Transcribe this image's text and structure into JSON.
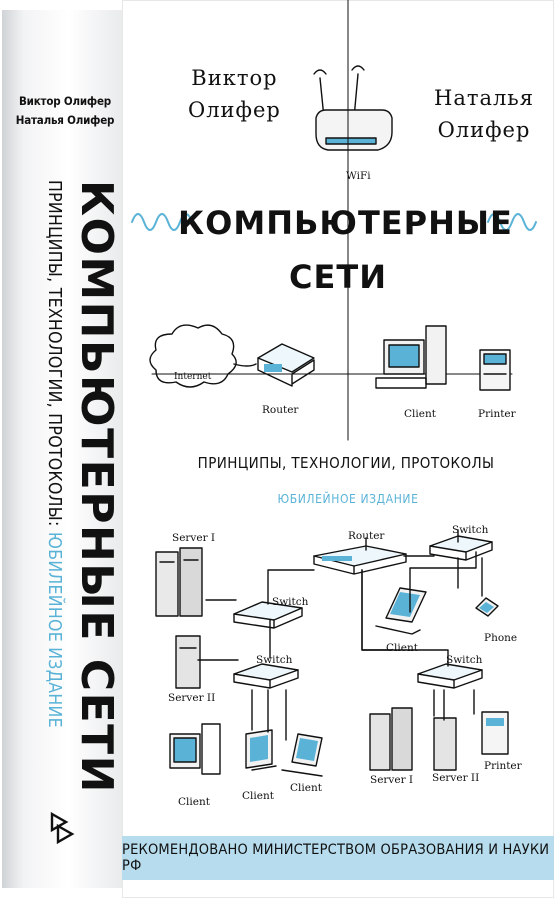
{
  "spine": {
    "authors": [
      "Виктор Олифер",
      "Наталья Олифер"
    ],
    "title": "КОМПЬЮТЕРНЫЕ СЕТИ",
    "subtitle": "ПРИНЦИПЫ, ТЕХНОЛОГИИ, ПРОТОКОЛЫ:",
    "subtitle_highlight": "ЮБИЛЕЙНОЕ ИЗДАНИЕ"
  },
  "cover": {
    "author_left": [
      "Виктор",
      "Олифер"
    ],
    "author_right": [
      "Наталья",
      "Олифер"
    ],
    "title_lines": [
      "КОМПЬЮТЕРНЫЕ",
      "СЕТИ"
    ],
    "subtitle": "ПРИНЦИПЫ, ТЕХНОЛОГИИ, ПРОТОКОЛЫ",
    "edition": "ЮБИЛЕЙНОЕ ИЗДАНИЕ",
    "recommendation": "РЕКОМЕНДОВАНО МИНИСТЕРСТВОМ ОБРАЗОВАНИЯ И НАУКИ РФ"
  },
  "labels": {
    "wifi": "WiFi",
    "internet": "Internet",
    "router": "Router",
    "client": "Client",
    "printer": "Printer",
    "server1": "Server I",
    "server2": "Server II",
    "switch": "Switch",
    "phone": "Phone"
  },
  "colors": {
    "accent": "#5ab3d7",
    "band": "#b6dced",
    "ink": "#111111"
  }
}
